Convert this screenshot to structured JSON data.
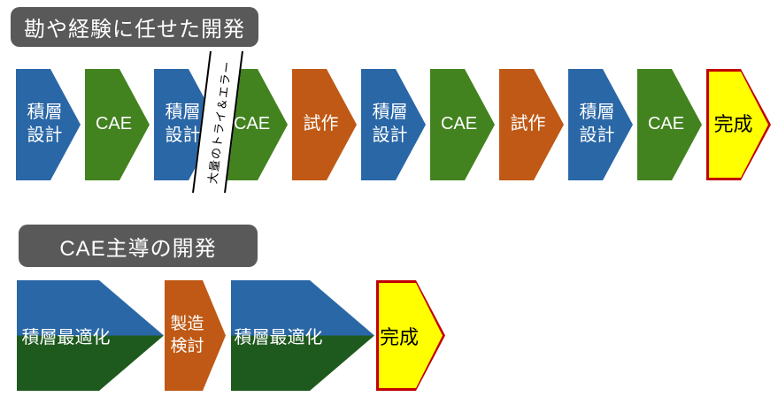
{
  "top": {
    "title": "勘や経験に任せた開発",
    "band_label": "大量のトライ＆エラー",
    "steps": [
      {
        "label": "積層\n設計",
        "color": "blue"
      },
      {
        "label": "CAE",
        "color": "green"
      },
      {
        "label": "積層\n設計",
        "color": "blue"
      },
      {
        "label": "CAE",
        "color": "green"
      },
      {
        "label": "試作",
        "color": "orange"
      },
      {
        "label": "積層\n設計",
        "color": "blue"
      },
      {
        "label": "CAE",
        "color": "green"
      },
      {
        "label": "試作",
        "color": "orange"
      },
      {
        "label": "積層\n設計",
        "color": "blue"
      },
      {
        "label": "CAE",
        "color": "green"
      },
      {
        "label": "完成",
        "color": "yellow-red-border"
      }
    ]
  },
  "bottom": {
    "title": "CAE主導の開発",
    "steps": [
      {
        "label": "積層最適化",
        "color": "blue-darkgreen-split"
      },
      {
        "label": "製造\n検討",
        "color": "orange"
      },
      {
        "label": "積層最適化",
        "color": "blue-darkgreen-split"
      },
      {
        "label": "完成",
        "color": "yellow-red-border"
      }
    ]
  },
  "colors": {
    "blue": "#2A67A6",
    "green": "#42821F",
    "dark_green": "#1E5A1E",
    "orange": "#BF5915",
    "yellow": "#FFFF00",
    "red_border": "#C00000",
    "title_background": "#595959",
    "title_text": "#FFFFFF"
  }
}
